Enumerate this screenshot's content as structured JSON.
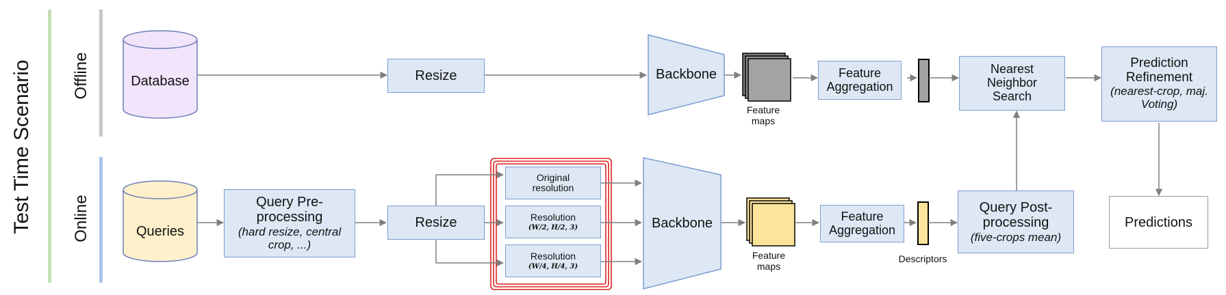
{
  "scenario": {
    "title": "Test Time Scenario",
    "offline_label": "Offline",
    "online_label": "Online"
  },
  "offline": {
    "database": "Database",
    "resize": "Resize",
    "backbone": "Backbone",
    "feature_maps": "Feature maps",
    "feature_aggregation": "Feature Aggregation",
    "nearest_neighbor": "Nearest Neighbor Search",
    "prediction_refinement_title": "Prediction Refinement",
    "prediction_refinement_detail": "(nearest-crop, maj. Voting)"
  },
  "online": {
    "queries": "Queries",
    "query_preprocessing_title": "Query Pre-processing",
    "query_preprocessing_detail": "(hard resize, central crop, ...)",
    "resize": "Resize",
    "original_resolution": "Original resolution",
    "resolution_label": "Resolution",
    "resolution_half": "(W/2, H/2, 3)",
    "resolution_quarter": "(W/4, H/4, 3)",
    "backbone": "Backbone",
    "feature_maps": "Feature maps",
    "feature_aggregation": "Feature Aggregation",
    "descriptors": "Descriptors",
    "query_postprocessing_title": "Query Post-processing",
    "query_postprocessing_detail": "(five-crops mean)",
    "predictions": "Predictions"
  },
  "colors": {
    "box_fill": "#dde8f4",
    "box_border": "#7a9cd1",
    "database_fill": "#f1e4fb",
    "queries_fill": "#fdf0cb",
    "offline_feature_fill": "#a5a2a2",
    "online_feature_fill": "#fde49b",
    "multi_res_frame": "#e02020",
    "offline_bar": "#c7c7c7",
    "online_bar": "#a9c4e8",
    "test_bar": "#c5e0b4",
    "arrow": "#7f7f7f"
  }
}
